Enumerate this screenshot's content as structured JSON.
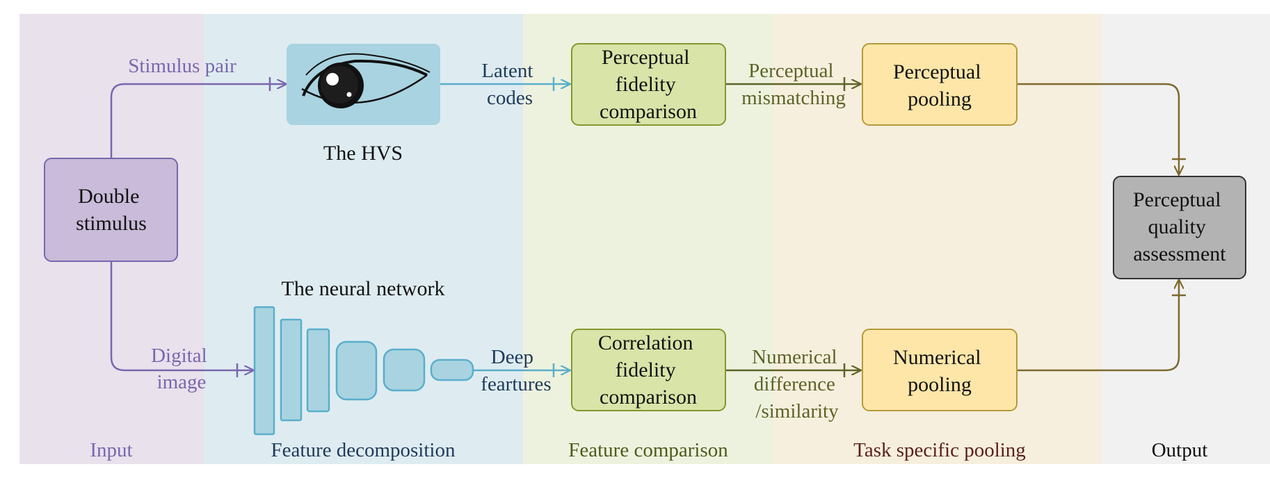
{
  "colors": {
    "input_bg": "#e9e1ec",
    "decomp_bg": "#deecf1",
    "compare_bg": "#edf2de",
    "pooling_bg": "#f6efdd",
    "output_bg": "#f1f1f1",
    "purple": "#7a67ad",
    "blue": "#5aaecb",
    "olive": "#5c6328",
    "brown": "#7d6a2e",
    "node_double": "#c9bbd9",
    "node_green": "#d8e4a8",
    "node_orange": "#fde6a8",
    "node_gray": "#b3b3b3",
    "eye_box": "#a9d3e0",
    "network": "#a9d3e0"
  },
  "stages": {
    "input": "Input",
    "decomposition": "Feature decomposition",
    "comparison": "Feature comparison",
    "pooling": "Task specific pooling",
    "output": "Output"
  },
  "nodes": {
    "double_stimulus": [
      "Double",
      "stimulus"
    ],
    "hvs_caption": "The HVS",
    "network_caption": "The neural network",
    "perceptual_fidelity": [
      "Perceptual",
      "fidelity",
      "comparison"
    ],
    "correlation_fidelity": [
      "Correlation",
      "fidelity",
      "comparison"
    ],
    "perceptual_pooling": [
      "Perceptual",
      "pooling"
    ],
    "numerical_pooling": [
      "Numerical",
      "pooling"
    ],
    "quality_assessment": [
      "Perceptual",
      "quality",
      "assessment"
    ]
  },
  "edges": {
    "stimulus_pair": "Stimulus pair",
    "digital_image": [
      "Digital",
      "image"
    ],
    "latent_codes": [
      "Latent",
      "codes"
    ],
    "deep_features": [
      "Deep",
      "feartures"
    ],
    "perceptual_mismatching": [
      "Perceptual",
      "mismatching"
    ],
    "numerical_difference": [
      "Numerical",
      "difference",
      "/similarity"
    ]
  },
  "icons": {
    "eye": "eye-icon",
    "network": "neural-network-icon"
  }
}
